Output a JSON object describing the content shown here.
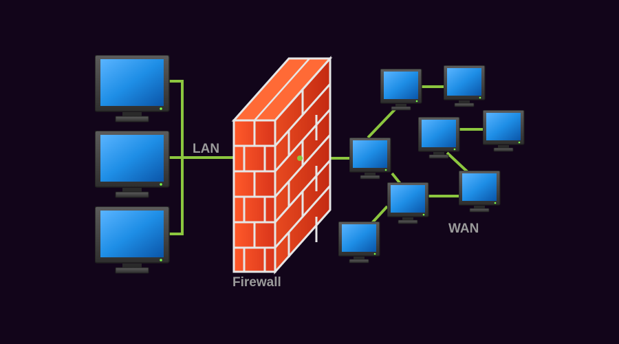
{
  "labels": {
    "lan": "LAN",
    "firewall": "Firewall",
    "wan": "WAN"
  },
  "colors": {
    "background": "#12051a",
    "link": "#8cc63f",
    "screen": "#1e8ee6",
    "bezel": "#3a3a3a",
    "brick": "#e8431e",
    "mortar": "#e6e6e6",
    "label": "#9a9a9a"
  },
  "lan_computers": [
    "lan-pc-1",
    "lan-pc-2",
    "lan-pc-3"
  ],
  "wan_computers": [
    "wan-pc-1",
    "wan-pc-2",
    "wan-pc-3",
    "wan-pc-4",
    "wan-pc-5",
    "wan-pc-6",
    "wan-pc-7",
    "wan-pc-8"
  ]
}
